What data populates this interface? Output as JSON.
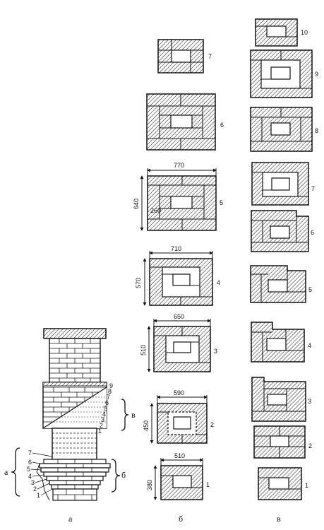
{
  "captions": {
    "a": "а",
    "b": "б",
    "v": "в"
  },
  "column_b": {
    "numbers": [
      "7",
      "6",
      "5",
      "4",
      "3",
      "2",
      "1"
    ],
    "widths": [
      "770",
      "710",
      "650",
      "590",
      "510"
    ],
    "heights": [
      "640",
      "570",
      "510",
      "450",
      "380"
    ],
    "inner_dim": "260"
  },
  "column_v": {
    "numbers": [
      "10",
      "9",
      "8",
      "7",
      "6",
      "5",
      "4",
      "3",
      "2",
      "1"
    ]
  },
  "stack": {
    "upper_rows": [
      "9",
      "8",
      "7",
      "6",
      "5",
      "4",
      "3",
      "2",
      "1"
    ],
    "lower_rows": [
      "7",
      "6",
      "5",
      "4",
      "3",
      "2",
      "1"
    ],
    "brace_upper": "в",
    "brace_left": "а",
    "brace_right": "б"
  }
}
